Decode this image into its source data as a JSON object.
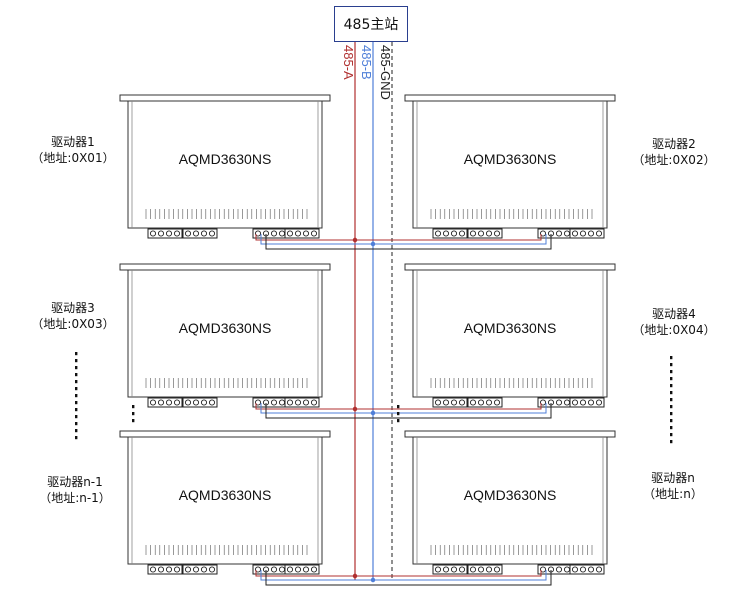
{
  "master": {
    "label": "485主站"
  },
  "bus": {
    "a_label": "485-A",
    "b_label": "485-B",
    "gnd_label": "485-GND",
    "a_color": "#b03030",
    "b_color": "#4f7fd8",
    "gnd_color": "#222222"
  },
  "drivers": [
    {
      "model": "AQMD3630NS",
      "name": "驱动器1",
      "address": "（地址:0X01）",
      "side": "left",
      "row": 1
    },
    {
      "model": "AQMD3630NS",
      "name": "驱动器2",
      "address": "（地址:0X02）",
      "side": "right",
      "row": 1
    },
    {
      "model": "AQMD3630NS",
      "name": "驱动器3",
      "address": "（地址:0X03）",
      "side": "left",
      "row": 2
    },
    {
      "model": "AQMD3630NS",
      "name": "驱动器4",
      "address": "（地址:0X04）",
      "side": "right",
      "row": 2
    },
    {
      "model": "AQMD3630NS",
      "name": "驱动器n-1",
      "address": "（地址:n-1）",
      "side": "left",
      "row": 3
    },
    {
      "model": "AQMD3630NS",
      "name": "驱动器n",
      "address": "（地址:n）",
      "side": "right",
      "row": 3
    }
  ]
}
